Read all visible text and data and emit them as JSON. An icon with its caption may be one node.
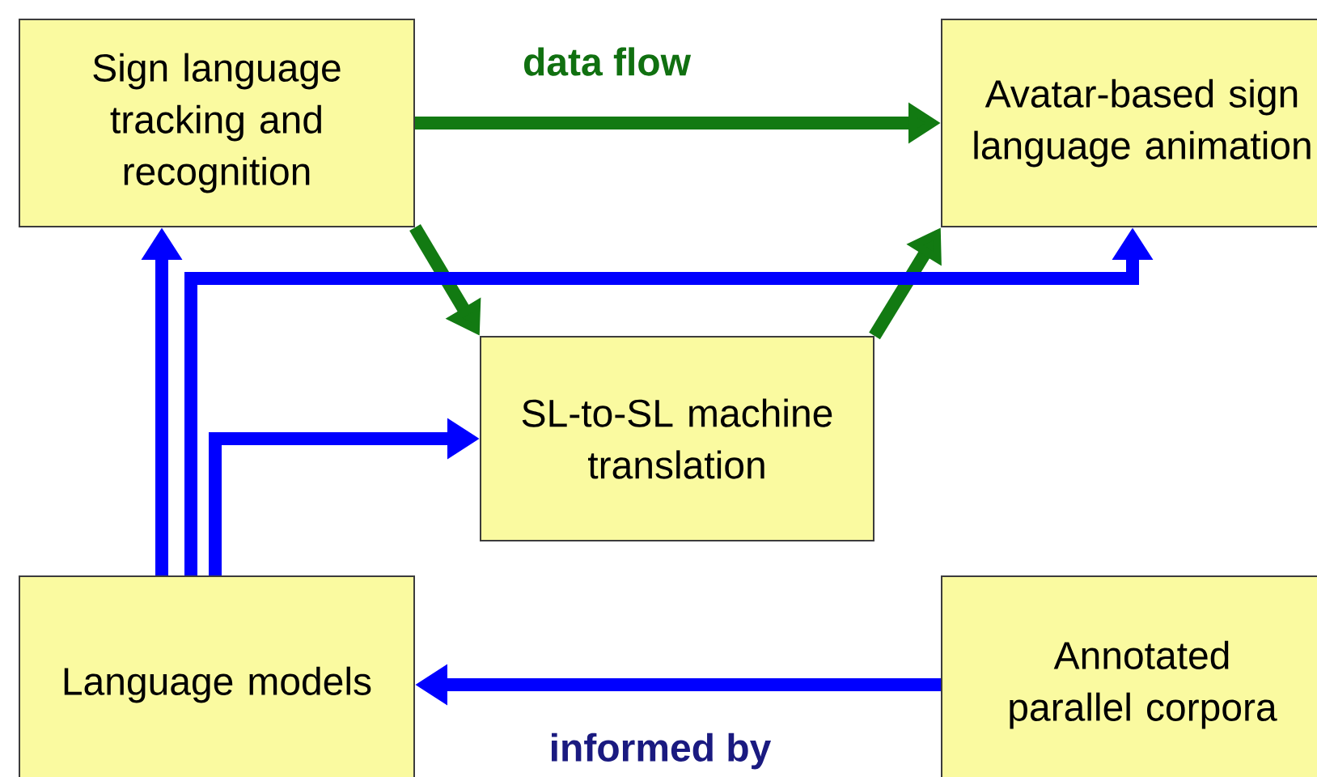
{
  "diagram": {
    "nodes": [
      {
        "text": [
          "Sign language tracking and recognition"
        ]
      },
      {
        "text": [
          "Avatar-based sign language animation"
        ]
      },
      {
        "text": [
          "SL-to-SL machine translation"
        ]
      },
      {
        "text": [
          "Language models"
        ]
      },
      {
        "text": [
          "Annotated parallel corpora"
        ]
      }
    ],
    "edges": [
      {
        "from": 0,
        "to": 1,
        "arrow": "to",
        "color": "#127a12"
      },
      {
        "from": 0,
        "to": 2,
        "arrow": "to",
        "color": "#127a12"
      },
      {
        "from": 2,
        "to": 1,
        "arrow": "to",
        "color": "#127a12"
      },
      {
        "from": 3,
        "to": 0,
        "arrow": "to"
      },
      {
        "from": 3,
        "to": 1,
        "arrow": "to"
      },
      {
        "from": 3,
        "to": 2,
        "arrow": "to"
      },
      {
        "from": 4,
        "to": 3,
        "arrow": "to"
      }
    ],
    "labels": [
      "data flow",
      "informed by"
    ]
  }
}
